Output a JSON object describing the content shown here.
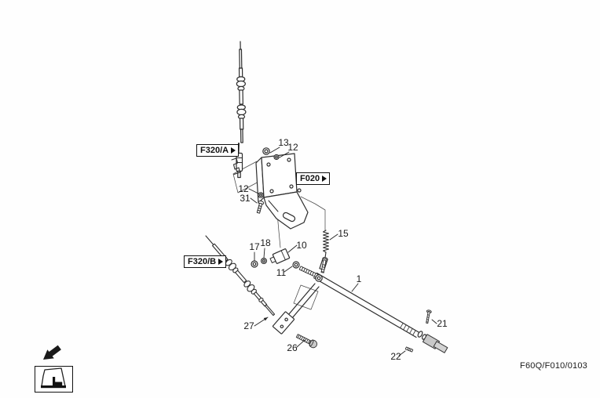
{
  "page": {
    "doc_code": "F60Q/F010/0103"
  },
  "references": {
    "f320a": "F320/A",
    "f020": "F020",
    "f320b": "F320/B"
  },
  "callouts": {
    "c1": "1",
    "c10": "10",
    "c11": "11",
    "c12_top": "12",
    "c12_left": "12",
    "c13": "13",
    "c15": "15",
    "c17": "17",
    "c18": "18",
    "c21": "21",
    "c22": "22",
    "c26": "26",
    "c27": "27",
    "c31": "31"
  },
  "icons": {
    "ref_arrow": "right-pointing-triangle",
    "direction_arrow": "bold-arrow-down-left",
    "legend_icon": "cab-with-seat-pictogram"
  },
  "colors": {
    "line": "#2d2d2d",
    "phantom_line": "#4a4a4a",
    "metal_fill": "#c9c9c9",
    "label": "#111111",
    "background": "#fefefe"
  }
}
